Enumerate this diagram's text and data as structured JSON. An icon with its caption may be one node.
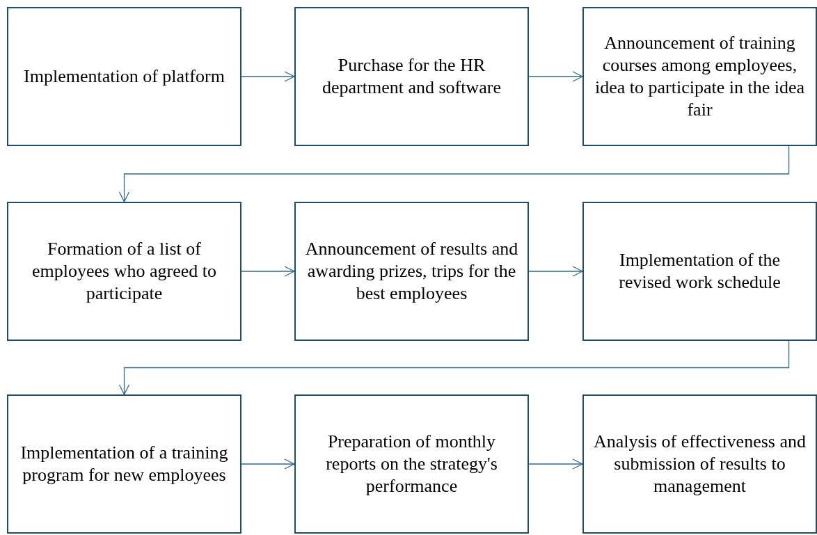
{
  "diagram": {
    "nodes": [
      {
        "text": [
          "Implementation of platform"
        ]
      },
      {
        "text": [
          "Purchase for the HR department and software"
        ]
      },
      {
        "text": [
          "Announcement of training courses among employees, idea to participate in the idea fair"
        ]
      },
      {
        "text": [
          "Formation of a list of employees who agreed to participate"
        ]
      },
      {
        "text": [
          "Announcement of results and awarding prizes, trips for the best employees"
        ]
      },
      {
        "text": [
          "Implementation of the revised work schedule"
        ]
      },
      {
        "text": [
          "Implementation of a training program for new employees"
        ]
      },
      {
        "text": [
          "Preparation of monthly reports on the strategy's performance"
        ]
      },
      {
        "text": [
          "Analysis of effectiveness and submission of results to management"
        ]
      }
    ],
    "edges": [
      {
        "from": 0,
        "to": 1,
        "arrow": "to"
      },
      {
        "from": 1,
        "to": 2,
        "arrow": "to"
      },
      {
        "from": 2,
        "to": 3,
        "arrow": "to"
      },
      {
        "from": 3,
        "to": 4,
        "arrow": "to"
      },
      {
        "from": 4,
        "to": 5,
        "arrow": "to"
      },
      {
        "from": 5,
        "to": 6,
        "arrow": "to"
      },
      {
        "from": 6,
        "to": 7,
        "arrow": "to"
      },
      {
        "from": 7,
        "to": 8,
        "arrow": "to"
      }
    ]
  }
}
